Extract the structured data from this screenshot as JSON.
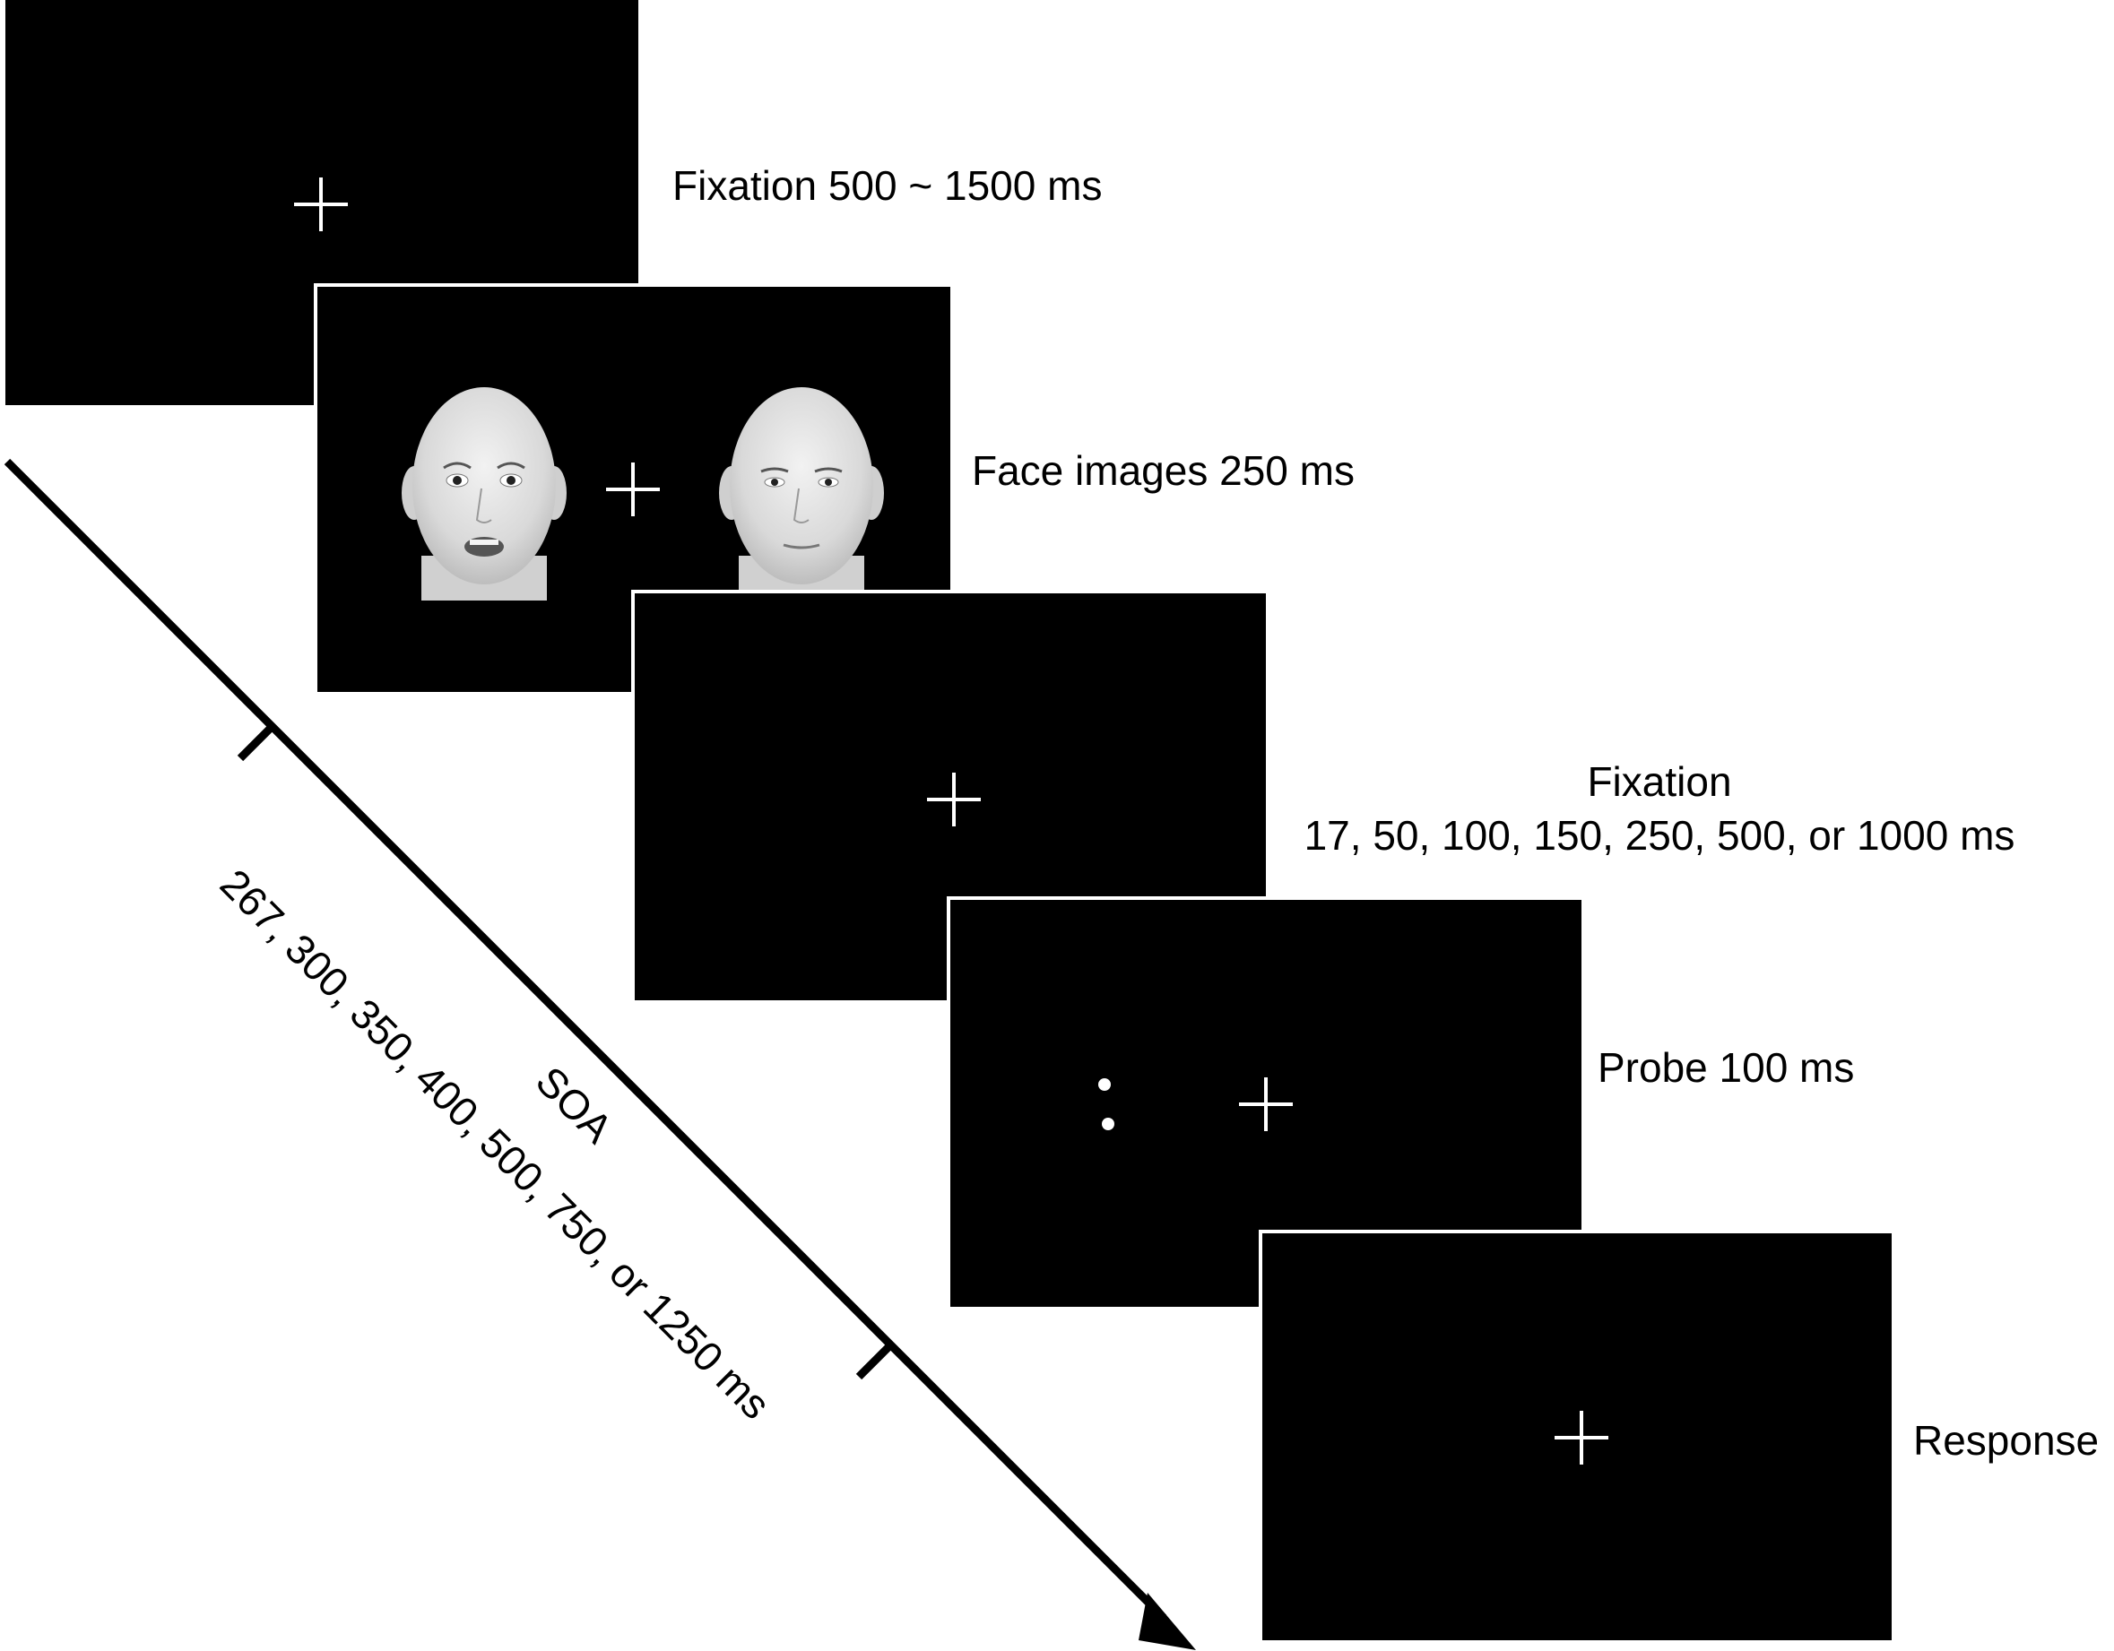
{
  "screens": [
    {
      "label": "Fixation 500 ~ 1500 ms"
    },
    {
      "label": "Face images 250 ms",
      "faces": [
        "fearful-face",
        "neutral-face"
      ]
    },
    {
      "label_line1": "Fixation",
      "label_line2": "17, 50, 100, 150, 250, 500, or 1000 ms"
    },
    {
      "label": "Probe 100 ms"
    },
    {
      "label": "Response"
    }
  ],
  "soa": {
    "label": "SOA",
    "values": "267, 300, 350, 400, 500, 750, or 1250 ms"
  },
  "colors": {
    "screen": "#000000",
    "stimulus": "#ffffff",
    "background": "#ffffff"
  },
  "icons": [
    "fixation-cross-icon",
    "probe-dots-icon",
    "timeline-arrow-icon"
  ]
}
